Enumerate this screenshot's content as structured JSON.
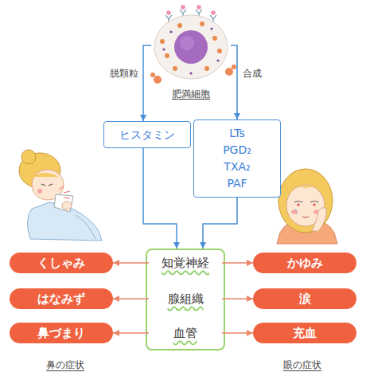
{
  "diagram": {
    "nodes": [
      {
        "text": [
          "肥満細胞"
        ]
      },
      {
        "text": [
          "ヒスタミン"
        ]
      },
      {
        "text": [
          "LTs",
          "PGD₂",
          "TXA₂",
          "PAF"
        ]
      },
      {
        "text": [
          "くしゃみ"
        ]
      },
      {
        "text": []
      },
      {
        "text": [
          "知覚神経"
        ],
        "in": 4
      },
      {
        "text": [
          "かゆみ"
        ]
      },
      {
        "text": [
          "はなみず"
        ]
      },
      {
        "text": [
          "腺組織"
        ],
        "in": 4
      },
      {
        "text": [
          "涙"
        ]
      },
      {
        "text": [
          "鼻づまり"
        ]
      },
      {
        "text": [
          "血管"
        ],
        "in": 4
      },
      {
        "text": [
          "充血"
        ]
      }
    ],
    "edges": [
      {
        "from": 0,
        "to": 1,
        "label": "脱顆粒",
        "arrow": "to"
      },
      {
        "from": 0,
        "to": 2,
        "label": "合成",
        "arrow": "to"
      },
      {
        "from": 1,
        "to": 4,
        "arrow": "to"
      },
      {
        "from": 2,
        "to": 4,
        "arrow": "to"
      },
      {
        "from": 5,
        "to": 3,
        "arrow": "to"
      },
      {
        "from": 5,
        "to": 6,
        "arrow": "to"
      },
      {
        "from": 8,
        "to": 7,
        "arrow": "to"
      },
      {
        "from": 8,
        "to": 9,
        "arrow": "to"
      },
      {
        "from": 11,
        "to": 10,
        "arrow": "to"
      },
      {
        "from": 11,
        "to": 12,
        "arrow": "to"
      }
    ],
    "labels": [
      "鼻の症状",
      "眼の症状"
    ]
  }
}
